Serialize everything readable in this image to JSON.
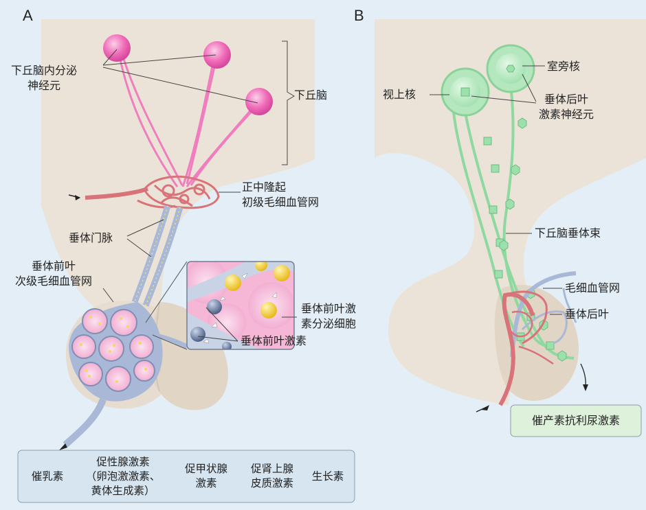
{
  "panels": {
    "a": "A",
    "b": "B"
  },
  "panel_a": {
    "neurons_label": "下丘脑内分泌\n神经元",
    "hypothalamus_label": "下丘脑",
    "median_eminence_label": "正中隆起\n初级毛细血管网",
    "portal_vein_label": "垂体门脉",
    "secondary_plexus_label": "垂体前叶\n次级毛细血管网",
    "secretory_cells_label": "垂体前叶激\n素分泌细胞",
    "anterior_hormone_label": "垂体前叶激素",
    "hormones": [
      "催乳素",
      "促性腺激素\n（卵泡激激素、\n黄体生成素）",
      "促甲状腺\n激素",
      "促肾上腺\n皮质激素",
      "生长素"
    ]
  },
  "panel_b": {
    "paraventricular_label": "室旁核",
    "supraoptic_label": "视上核",
    "posterior_neurons_label": "垂体后叶\n激素神经元",
    "tract_label": "下丘脑垂体束",
    "capillary_label": "毛细血管网",
    "posterior_lobe_label": "垂体后叶",
    "hormones_box": "催产素抗利尿激素"
  },
  "colors": {
    "background": "#e3eef6",
    "tissue": "#ece3d8",
    "neuron_a": "#f06ab8",
    "neuron_b": "#7fd49a",
    "artery": "#d8737a",
    "vein": "#a9b8d6",
    "box_a": "#d7e5f0",
    "box_b": "#def1da"
  }
}
